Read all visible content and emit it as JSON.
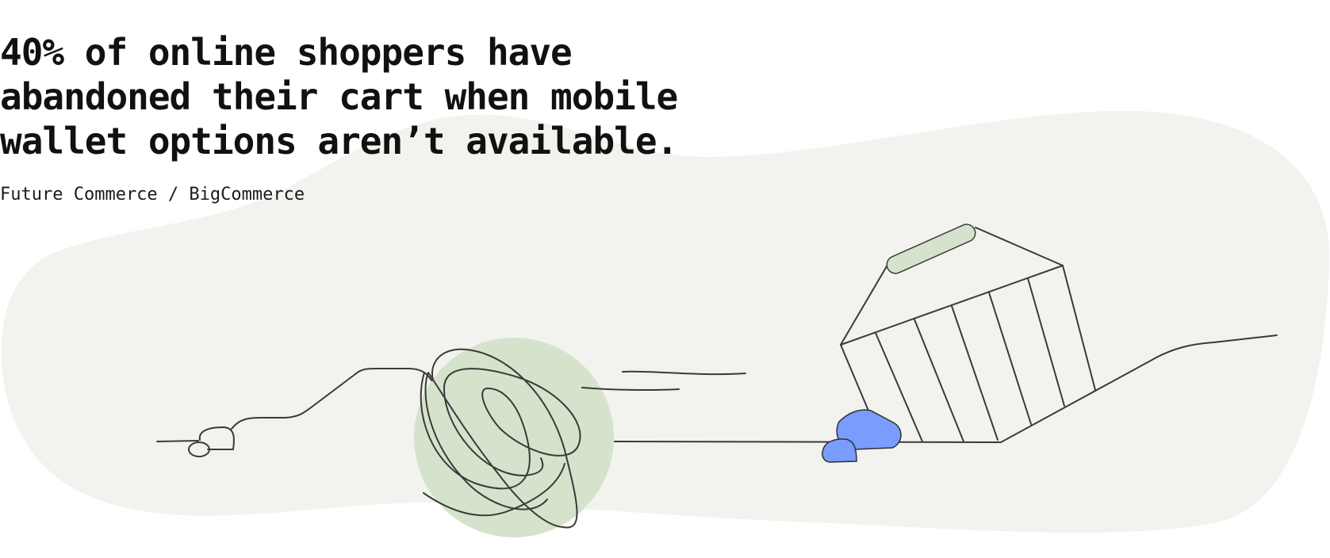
{
  "stat": {
    "headline": "40% of online shoppers have\nabandoned their cart when mobile\nwallet options aren’t available.",
    "source": "Future Commerce / BigCommerce"
  },
  "colors": {
    "background": "#ffffff",
    "blob": "#f2f3ee",
    "sage_green": "#d5e3cd",
    "ink": "#3a3a3a",
    "periwinkle_blue": "#7b9cff",
    "headline_text": "#111111"
  },
  "illustration": {
    "icons": [
      "background-blob-shape",
      "tangled-line-ball-icon",
      "tipped-over-shopping-cart-icon",
      "blue-stone-icon"
    ]
  }
}
